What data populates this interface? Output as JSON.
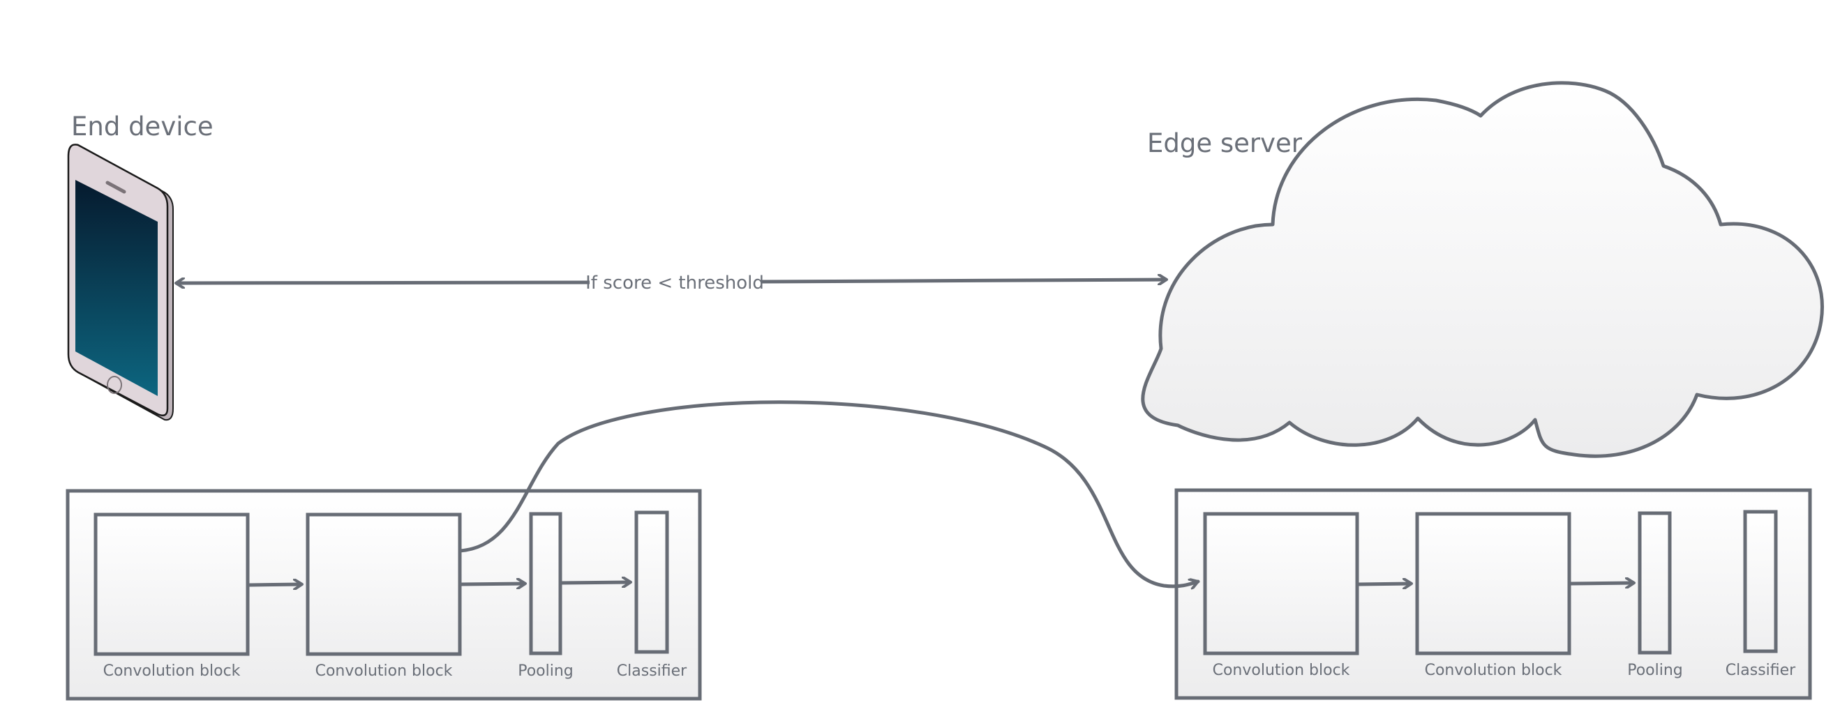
{
  "end_device": {
    "title": "End device",
    "icon": "smartphone-icon"
  },
  "edge_server": {
    "title": "Edge server",
    "icon": "cloud-icon"
  },
  "link": {
    "label": "If score < threshold"
  },
  "device_pipeline": {
    "blocks": [
      {
        "label": "Convolution block"
      },
      {
        "label": "Convolution block"
      },
      {
        "label": "Pooling"
      },
      {
        "label": "Classifier"
      }
    ]
  },
  "server_pipeline": {
    "blocks": [
      {
        "label": "Convolution block"
      },
      {
        "label": "Convolution block"
      },
      {
        "label": "Pooling"
      },
      {
        "label": "Classifier"
      }
    ]
  },
  "colors": {
    "stroke": "#676c75",
    "text": "#6a6f78",
    "screen_top": "#061a2e",
    "screen_bottom": "#0d6680",
    "phone_body": "#e0d6db"
  }
}
